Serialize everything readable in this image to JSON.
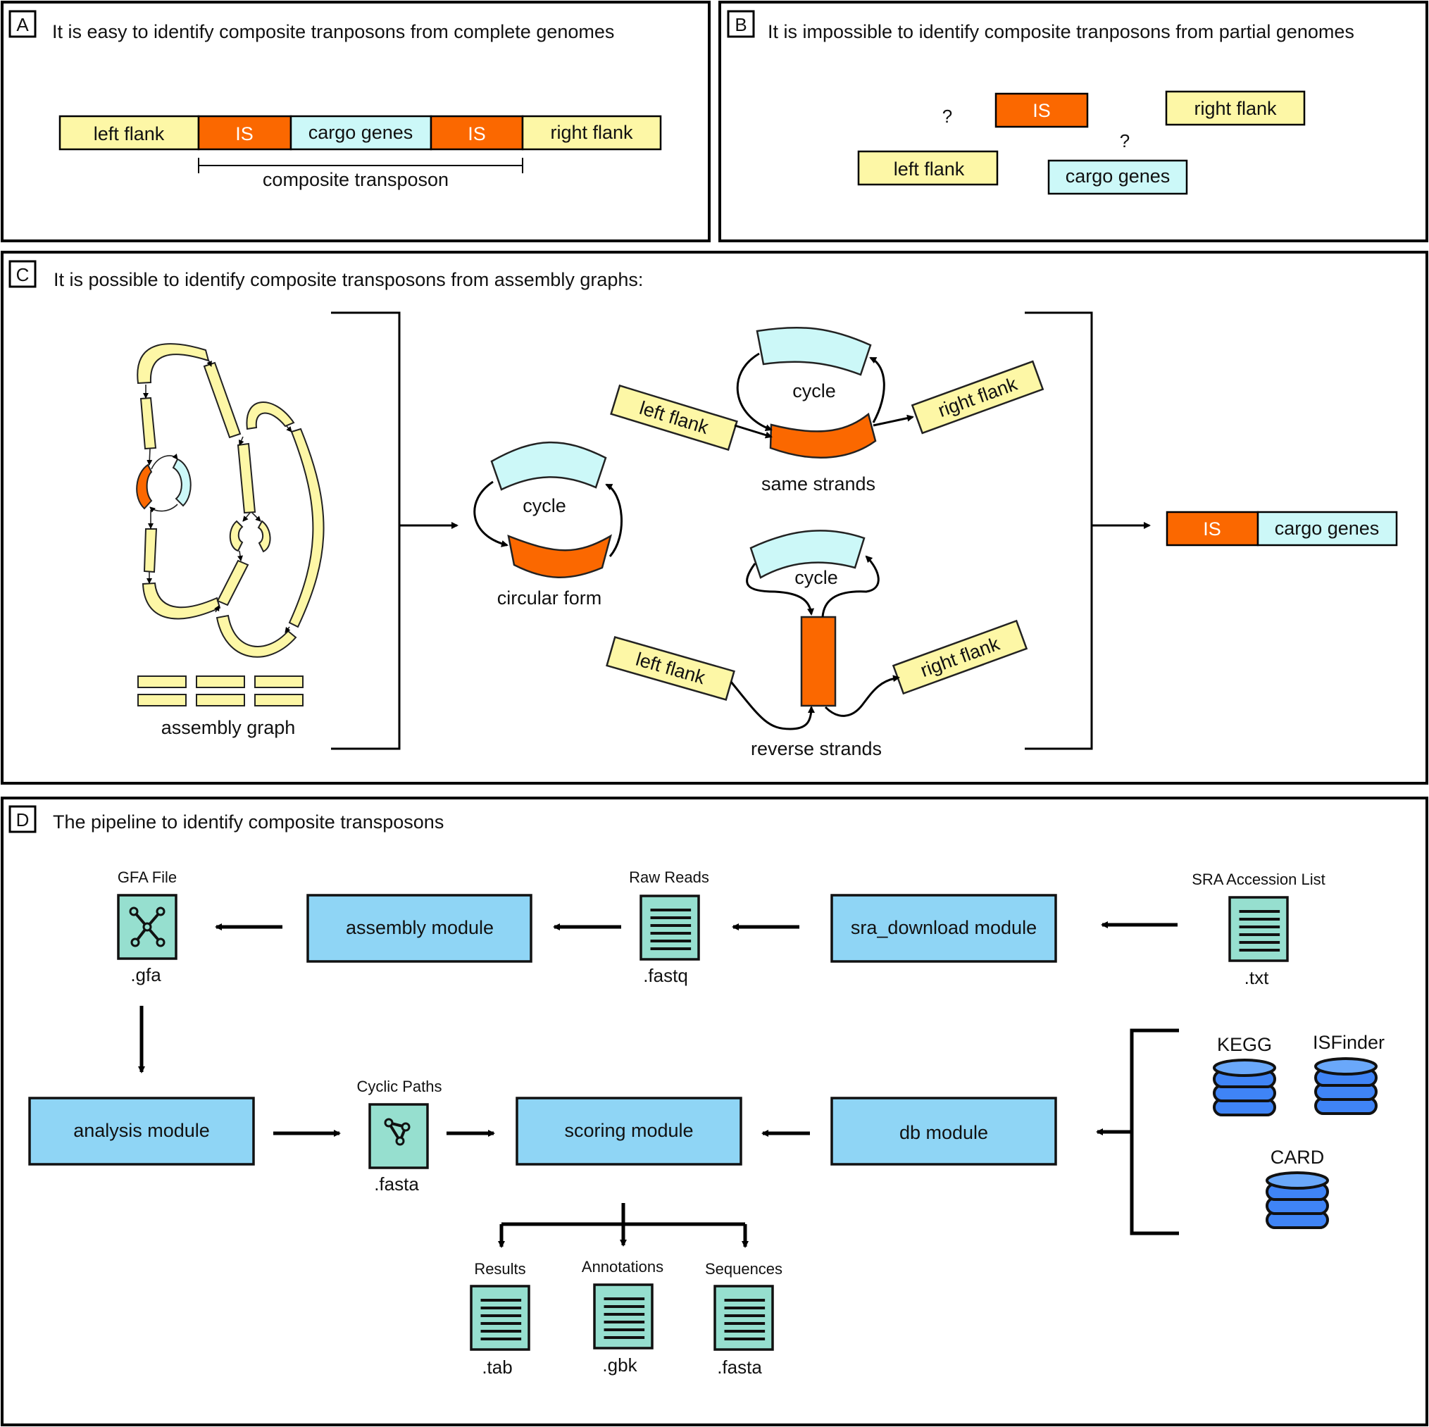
{
  "colors": {
    "flank": "#fdf7a6",
    "is": "#fb6800",
    "cargo": "#ccf8f8",
    "module": "#8fd5f5",
    "file": "#96dfcf",
    "db_body": "#3f84f6",
    "db_top": "#6aa8fa"
  },
  "panels": {
    "a": {
      "letter": "A",
      "title": "It is easy to identify composite tranposons from complete genomes",
      "left_flank": "left flank",
      "is1": "IS",
      "cargo": "cargo genes",
      "is2": "IS",
      "right_flank": "right flank",
      "composite": "composite transposon"
    },
    "b": {
      "letter": "B",
      "title": "It is impossible to identify composite tranposons from partial genomes",
      "q1": "?",
      "q2": "?",
      "is": "IS",
      "right_flank": "right flank",
      "left_flank": "left flank",
      "cargo": "cargo genes"
    },
    "c": {
      "letter": "C",
      "title": "It is possible to identify composite transposons from assembly graphs:",
      "assembly_graph": "assembly graph",
      "circular_cycle": "cycle",
      "circular_form": "circular form",
      "same_cycle": "cycle",
      "same_left": "left flank",
      "same_right": "right flank",
      "same_strands": "same strands",
      "rev_cycle": "cycle",
      "rev_left": "left flank",
      "rev_right": "right flank",
      "reverse_strands": "reverse strands",
      "result_is": "IS",
      "result_cargo": "cargo genes"
    },
    "d": {
      "letter": "D",
      "title": "The pipeline to identify composite transposons",
      "gfa_label": "GFA File",
      "gfa_ext": ".gfa",
      "assembly_module": "assembly module",
      "raw_reads_label": "Raw Reads",
      "fastq_ext": ".fastq",
      "sra_module": "sra_download module",
      "sra_list_label": "SRA Accession List",
      "txt_ext": ".txt",
      "analysis_module": "analysis module",
      "cyclic_label": "Cyclic Paths",
      "cyclic_ext": ".fasta",
      "scoring_module": "scoring module",
      "db_module": "db module",
      "kegg": "KEGG",
      "isfinder": "ISFinder",
      "card": "CARD",
      "results_label": "Results",
      "results_ext": ".tab",
      "annotations_label": "Annotations",
      "annotations_ext": ".gbk",
      "sequences_label": "Sequences",
      "sequences_ext": ".fasta"
    }
  }
}
